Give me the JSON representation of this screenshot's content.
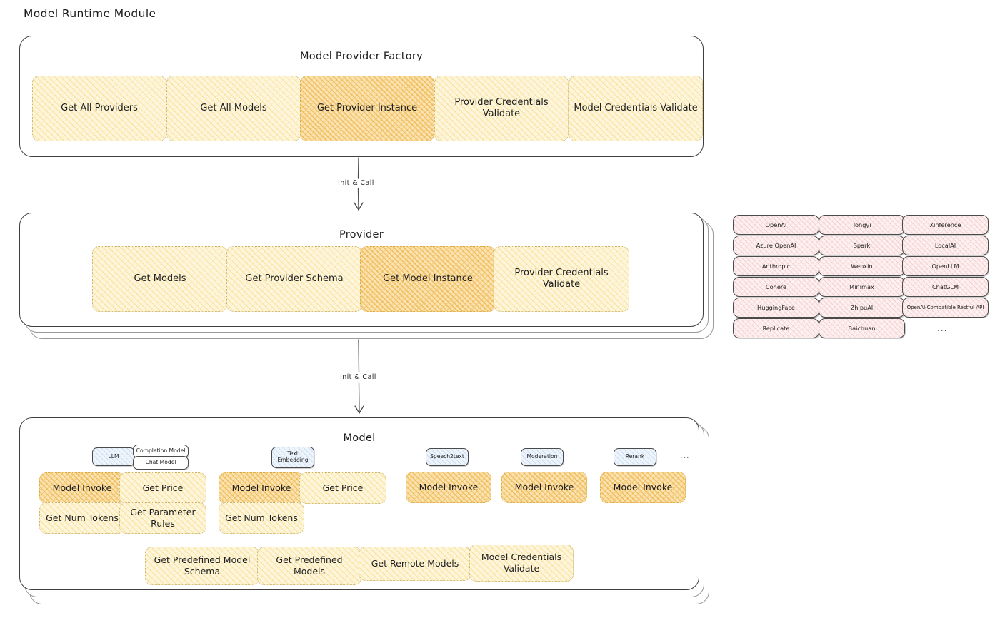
{
  "title": "Model Runtime Module",
  "arrows": [
    {
      "label": "Init & Call"
    },
    {
      "label": "Init & Call"
    }
  ],
  "factory": {
    "title": "Model Provider Factory",
    "nodes": [
      {
        "label": "Get All Providers",
        "highlight": false
      },
      {
        "label": "Get All Models",
        "highlight": false
      },
      {
        "label": "Get Provider Instance",
        "highlight": true
      },
      {
        "label": "Provider Credentials Validate",
        "highlight": false
      },
      {
        "label": "Model Credentials Validate",
        "highlight": false
      }
    ]
  },
  "provider": {
    "title": "Provider",
    "nodes": [
      {
        "label": "Get Models",
        "highlight": false
      },
      {
        "label": "Get Provider Schema",
        "highlight": false
      },
      {
        "label": "Get Model Instance",
        "highlight": true
      },
      {
        "label": "Provider Credentials Validate",
        "highlight": false
      }
    ]
  },
  "provider_list": {
    "columns": [
      [
        "OpenAI",
        "Azure OpenAI",
        "Anthropic",
        "Cohere",
        "HuggingFace",
        "Replicate"
      ],
      [
        "Tongyi",
        "Spark",
        "Wenxin",
        "Minimax",
        "ZhipuAI",
        "Baichuan"
      ],
      [
        "Xinference",
        "LocalAI",
        "OpenLLM",
        "ChatGLM",
        "OpenAI-Compatible Restful API"
      ]
    ],
    "more": "..."
  },
  "model": {
    "title": "Model",
    "more": "...",
    "types": [
      {
        "badge": "LLM",
        "sub_badges": [
          "Completion Model",
          "Chat Model"
        ],
        "nodes": [
          {
            "label": "Model Invoke",
            "highlight": true
          },
          {
            "label": "Get Price",
            "highlight": false
          },
          {
            "label": "Get Num Tokens",
            "highlight": false
          },
          {
            "label": "Get Parameter Rules",
            "highlight": false
          }
        ]
      },
      {
        "badge": "Text Embedding",
        "sub_badges": [],
        "nodes": [
          {
            "label": "Model Invoke",
            "highlight": true
          },
          {
            "label": "Get Price",
            "highlight": false
          },
          {
            "label": "Get Num Tokens",
            "highlight": false
          }
        ]
      },
      {
        "badge": "Speech2text",
        "sub_badges": [],
        "nodes": [
          {
            "label": "Model Invoke",
            "highlight": true
          }
        ]
      },
      {
        "badge": "Moderation",
        "sub_badges": [],
        "nodes": [
          {
            "label": "Model Invoke",
            "highlight": true
          }
        ]
      },
      {
        "badge": "Rerank",
        "sub_badges": [],
        "nodes": [
          {
            "label": "Model Invoke",
            "highlight": true
          }
        ]
      }
    ],
    "common_nodes": [
      {
        "label": "Get Predefined Model Schema"
      },
      {
        "label": "Get Predefined Models"
      },
      {
        "label": "Get Remote Models"
      },
      {
        "label": "Model Credentials Validate"
      }
    ]
  },
  "colors": {
    "node_fill": "#fdf6dd",
    "node_highlight_fill": "#fae3b0",
    "chip_fill": "#fdf0f0",
    "badge_fill": "#eef4fb",
    "stroke": "#3f3f3f"
  }
}
